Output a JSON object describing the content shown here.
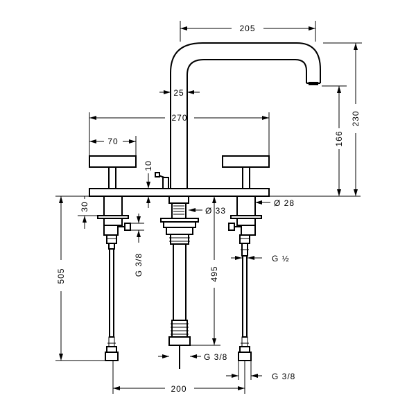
{
  "dimensions": {
    "spout_reach": "205",
    "spout_diameter": "25",
    "spread_top": "270",
    "handle_width": "70",
    "plate_height": "10",
    "spout_height_outlet": "166",
    "overall_height": "230",
    "under_deck_small": "30",
    "body_diameter_right": "Ø 28",
    "body_diameter_center": "Ø 33",
    "thread_left": "G 3/8",
    "thread_right_upper": "G ½",
    "center_length": "495",
    "under_deck_total": "505",
    "thread_center": "G 3/8",
    "thread_right_lower": "G 3/8",
    "spread_bottom": "200"
  }
}
